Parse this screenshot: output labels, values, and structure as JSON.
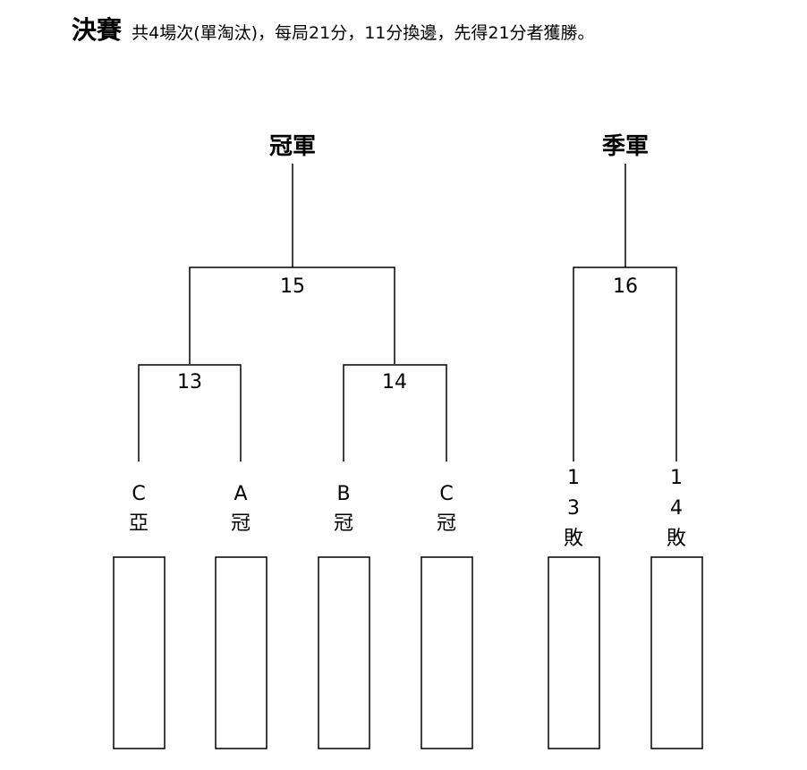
{
  "header": {
    "title": "決賽",
    "description": "共4場次(單淘汰)，每局21分，11分換邊，先得21分者獲勝。"
  },
  "prizes": {
    "champion": "冠軍",
    "third": "季軍"
  },
  "matches": {
    "m13": "13",
    "m14": "14",
    "m15": "15",
    "m16": "16"
  },
  "slots": [
    {
      "line1": "C",
      "line2": "亞"
    },
    {
      "line1": "A",
      "line2": "冠"
    },
    {
      "line1": "B",
      "line2": "冠"
    },
    {
      "line1": "C",
      "line2": "冠"
    },
    {
      "line1": "1",
      "line2": "3",
      "line3": "敗"
    },
    {
      "line1": "1",
      "line2": "4",
      "line3": "敗"
    }
  ]
}
